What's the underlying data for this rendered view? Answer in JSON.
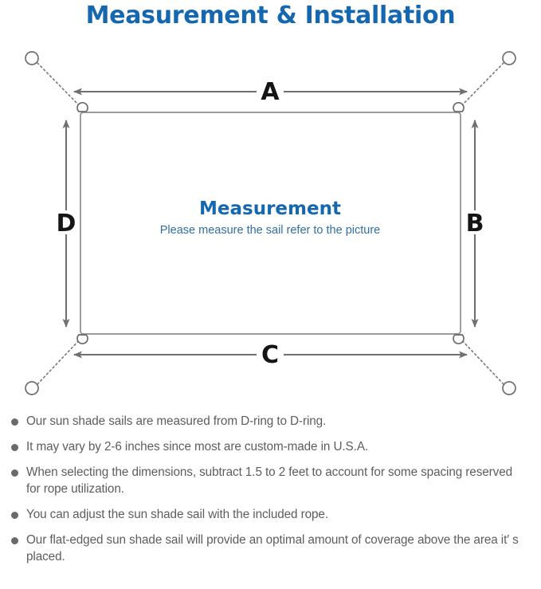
{
  "title": "Measurement & Installation",
  "colors": {
    "title_blue": "#1568b0",
    "subtitle_blue": "#2f6fa6",
    "arrow_gray": "#707070",
    "sail_outline": "#8a8a8a",
    "note_text": "#5d5d5d",
    "bullet": "#6a6a6a"
  },
  "diagram": {
    "center_title": "Measurement",
    "center_subtitle": "Please measure the sail refer to the picture",
    "dimensions": {
      "top": "A",
      "right": "B",
      "bottom": "C",
      "left": "D"
    }
  },
  "notes": [
    "Our sun shade sails are measured from D-ring to D-ring.",
    "It may vary by 2-6 inches since most are custom-made in U.S.A.",
    "When selecting the dimensions, subtract 1.5 to 2 feet to account for some spacing reserved for rope utilization.",
    "You can adjust the sun shade sail with the included rope.",
    "Our flat-edged sun shade sail will provide an optimal amount of coverage above the area it′ s placed."
  ]
}
